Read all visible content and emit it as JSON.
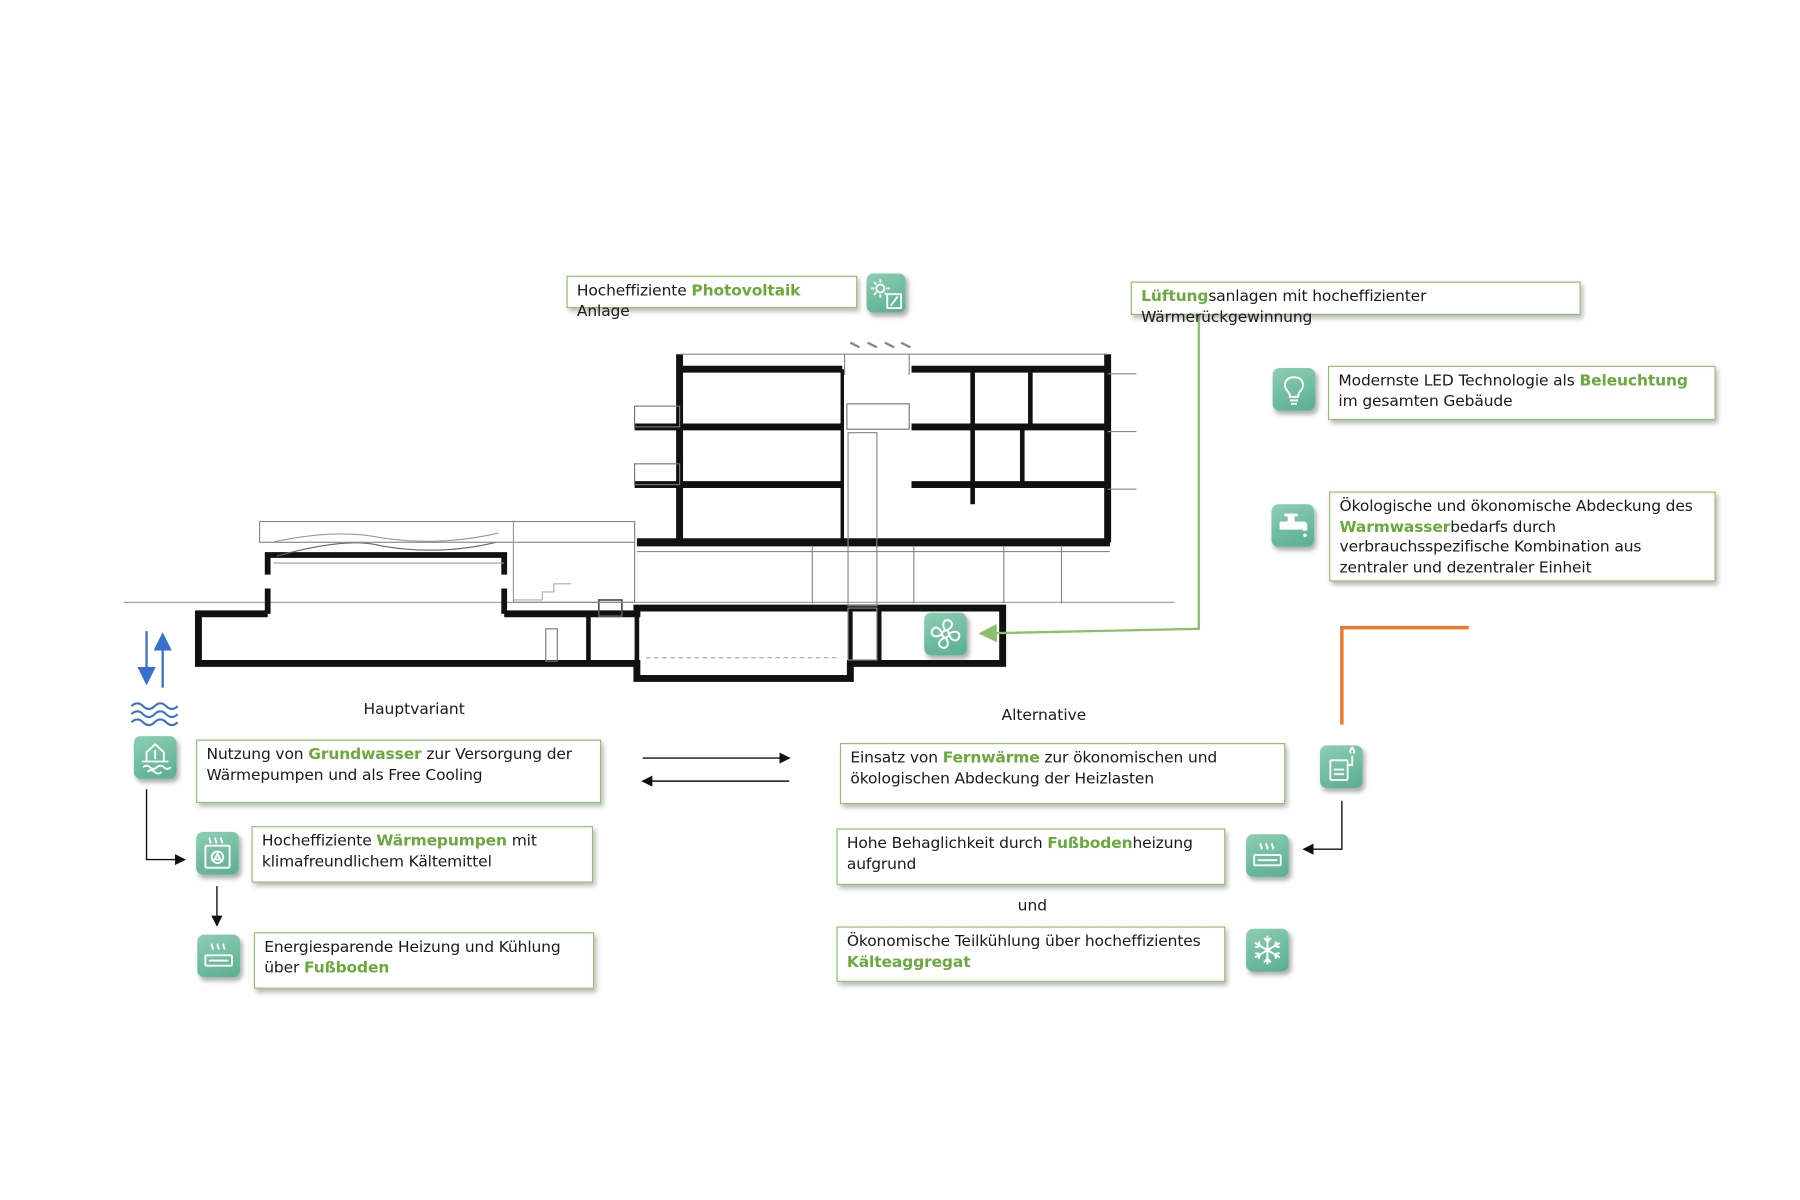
{
  "labels": {
    "hauptvariant": "Hauptvariant",
    "alternative": "Alternative",
    "und": "und"
  },
  "boxes": {
    "photovoltaik": {
      "pre": "Hocheffiziente ",
      "hl": "Photovoltaik",
      "post": " Anlage"
    },
    "lueftung": {
      "pre": "",
      "hl": "Lüftung",
      "post": "sanlagen mit hocheffizienter Wärmerückgewinnung"
    },
    "beleuchtung": {
      "pre": "Modernste LED Technologie als ",
      "hl": "Beleuchtung",
      "post": " im gesamten Gebäude"
    },
    "warmwasser": {
      "pre": "Ökologische und ökonomische Abdeckung des ",
      "hl": "Warmwasser",
      "post": "bedarfs durch verbrauchsspezifische Kombination aus zentraler und dezentraler Einheit"
    },
    "grundwasser": {
      "pre": "Nutzung von ",
      "hl": "Grundwasser",
      "post": " zur Versorgung der Wärmepumpen und als Free Cooling"
    },
    "waermepumpen": {
      "pre": "Hocheffiziente ",
      "hl": "Wärmepumpen",
      "post": " mit klimafreundlichem Kältemittel"
    },
    "fussboden_haupt": {
      "pre": "Energiesparende Heizung und Kühlung über ",
      "hl": "Fußboden",
      "post": ""
    },
    "fernwaerme": {
      "pre": "Einsatz von ",
      "hl": "Fernwärme",
      "post": " zur ökonomischen und ökologischen Abdeckung der Heizlasten"
    },
    "fussboden_alt": {
      "pre": "Hohe Behaglichkeit durch ",
      "hl": "Fußboden",
      "post": "heizung aufgrund"
    },
    "kaelte": {
      "pre": "Ökonomische Teilkühlung über hocheffizientes ",
      "hl": "Kälteaggregat",
      "post": ""
    }
  },
  "colors": {
    "accent_green": "#6aaa3c",
    "box_border": "#8dc06a",
    "icon_teal": "#6bbb9c",
    "water_blue": "#3a6fd0",
    "district_orange": "#e8792e",
    "building_black": "#111111"
  },
  "icons": {
    "photovoltaik": "solar-panel-icon",
    "lueftung": "fan-icon",
    "beleuchtung": "light-bulb-icon",
    "warmwasser": "water-tap-icon",
    "grundwasser": "groundwater-well-icon",
    "waermepumpen": "heat-pump-icon",
    "fussboden_haupt": "floor-heating-icon",
    "fernwaerme": "district-heating-icon",
    "fussboden_alt": "floor-heating-icon",
    "kaelte": "snowflake-icon"
  }
}
